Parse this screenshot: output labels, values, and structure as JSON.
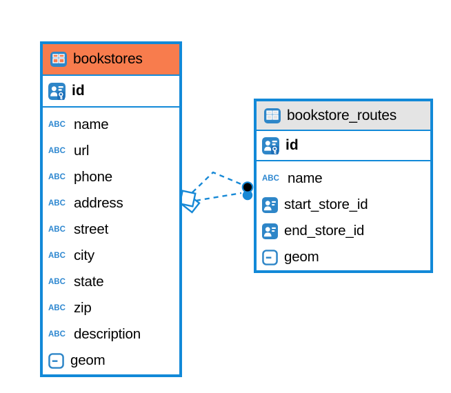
{
  "colors": {
    "table_border_blue": "#1289D8",
    "relationship_line_blue": "#1789D6",
    "bookstores_header_orange": "#F87C4D",
    "routes_header_gray": "#E4E4E4",
    "icon_blue": "#2E86C8",
    "text_black": "#000000",
    "background": "#FFFFFF"
  },
  "icon_glyphs": {
    "text_type": "ABC"
  },
  "tables": {
    "bookstores": {
      "title": "bookstores",
      "primary_key": {
        "label": "id",
        "type": "primary-key"
      },
      "columns": [
        {
          "label": "name",
          "type": "text"
        },
        {
          "label": "url",
          "type": "text"
        },
        {
          "label": "phone",
          "type": "text"
        },
        {
          "label": "address",
          "type": "text"
        },
        {
          "label": "street",
          "type": "text"
        },
        {
          "label": "city",
          "type": "text"
        },
        {
          "label": "state",
          "type": "text"
        },
        {
          "label": "zip",
          "type": "text"
        },
        {
          "label": "description",
          "type": "text"
        },
        {
          "label": "geom",
          "type": "geometry"
        }
      ]
    },
    "bookstore_routes": {
      "title": "bookstore_routes",
      "primary_key": {
        "label": "id",
        "type": "primary-key"
      },
      "columns": [
        {
          "label": "name",
          "type": "text"
        },
        {
          "label": "start_store_id",
          "type": "reference"
        },
        {
          "label": "end_store_id",
          "type": "reference"
        },
        {
          "label": "geom",
          "type": "geometry"
        }
      ]
    }
  },
  "relationships": {
    "style": "dashed",
    "count": 2,
    "between": [
      "bookstores",
      "bookstore_routes"
    ]
  }
}
